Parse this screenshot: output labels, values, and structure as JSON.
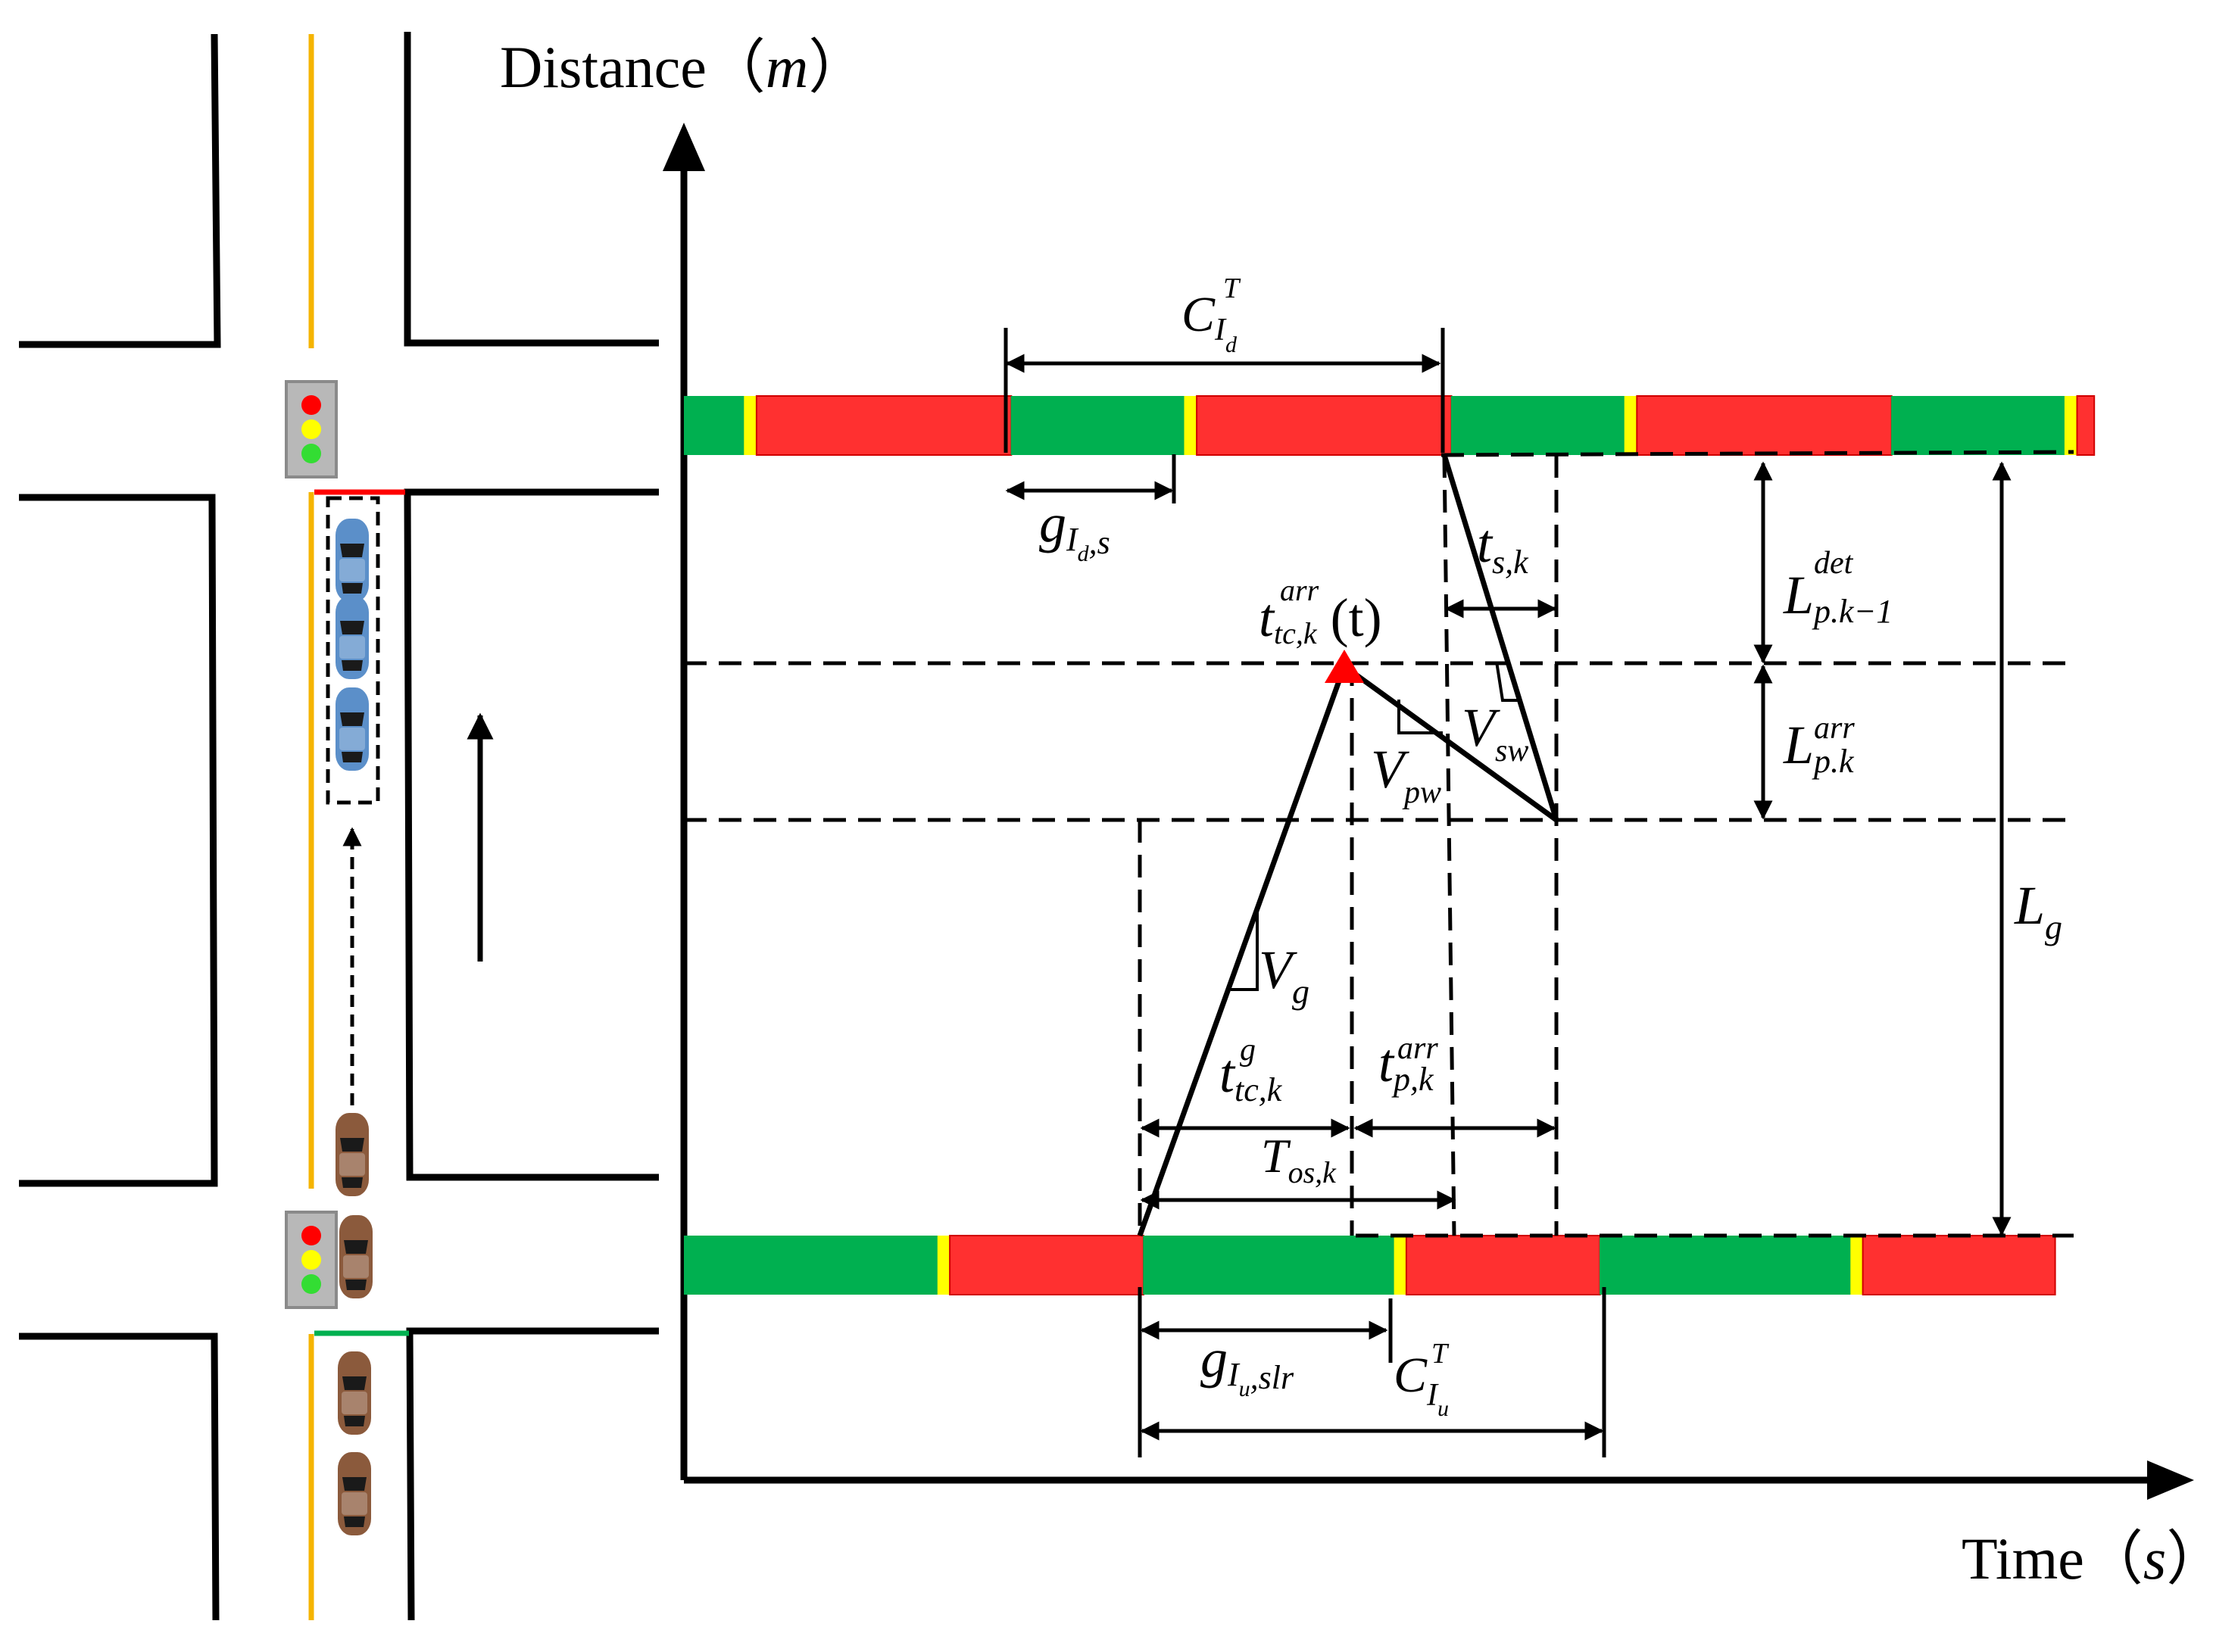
{
  "axes": {
    "y_label": "Distance（",
    "y_unit": "m",
    "y_close": "）",
    "x_label": "Time（",
    "x_unit": "s",
    "x_close": "）"
  },
  "labels": {
    "cycle_down": {
      "main": "C",
      "sub": "I",
      "subsub": "d",
      "sup": "T"
    },
    "green_down": {
      "main": "g",
      "sub": "I",
      "subsub": "d",
      "tail": ",s"
    },
    "ts": {
      "main": "t",
      "sub": "s,k"
    },
    "tarr_tc": {
      "main": "t",
      "sub": "tc,k",
      "sup": "arr",
      "tail": "(t)"
    },
    "l_det": {
      "main": "L",
      "sub": "p.k−1",
      "sup": "det"
    },
    "l_arr": {
      "main": "L",
      "sub": "p.k",
      "sup": "arr"
    },
    "v_sw": {
      "main": "V",
      "sub": "sw"
    },
    "v_pw": {
      "main": "V",
      "sub": "pw"
    },
    "l_g": {
      "main": "L",
      "sub": "g"
    },
    "v_g": {
      "main": "V",
      "sub": "g"
    },
    "tg_tc": {
      "main": "t",
      "sub": "tc,k",
      "sup": "g"
    },
    "tarr_p": {
      "main": "t",
      "sub": "p,k",
      "sup": "arr"
    },
    "t_os": {
      "main": "T",
      "sub": "os,k"
    },
    "green_up": {
      "main": "g",
      "sub": "I",
      "subsub": "u",
      "tail": ",slr"
    },
    "cycle_up": {
      "main": "C",
      "sub": "I",
      "subsub": "u",
      "sup": "T"
    }
  },
  "signal_timeline": {
    "downstream": [
      {
        "phase": "green",
        "frac": 0.043
      },
      {
        "phase": "yellow",
        "frac": 0.009
      },
      {
        "phase": "red",
        "frac": 0.182
      },
      {
        "phase": "green",
        "frac": 0.124
      },
      {
        "phase": "yellow",
        "frac": 0.009
      },
      {
        "phase": "red",
        "frac": 0.182
      },
      {
        "phase": "green",
        "frac": 0.124
      },
      {
        "phase": "yellow",
        "frac": 0.009
      },
      {
        "phase": "red",
        "frac": 0.182
      },
      {
        "phase": "green",
        "frac": 0.124
      },
      {
        "phase": "yellow",
        "frac": 0.009
      },
      {
        "phase": "red",
        "frac": 0.012
      }
    ],
    "upstream": [
      {
        "phase": "green",
        "frac": 0.185
      },
      {
        "phase": "yellow",
        "frac": 0.009
      },
      {
        "phase": "red",
        "frac": 0.141
      },
      {
        "phase": "green",
        "frac": 0.183
      },
      {
        "phase": "yellow",
        "frac": 0.009
      },
      {
        "phase": "red",
        "frac": 0.141
      },
      {
        "phase": "green",
        "frac": 0.183
      },
      {
        "phase": "yellow",
        "frac": 0.009
      },
      {
        "phase": "red",
        "frac": 0.14
      }
    ]
  },
  "colors": {
    "green": "#00b050",
    "red": "#ff3030",
    "yellow": "#ffff00",
    "lane_line": "#f5b400",
    "car_blue": "#5b8fc9",
    "car_brown": "#8b5a3c",
    "arrival_marker": "#ff0000",
    "stop_line_red": "#ff0000",
    "stop_line_green": "#00b050"
  },
  "icons": {
    "traffic_light": "traffic-light-icon",
    "queued_car": "car-icon",
    "approaching_car": "car-icon"
  }
}
